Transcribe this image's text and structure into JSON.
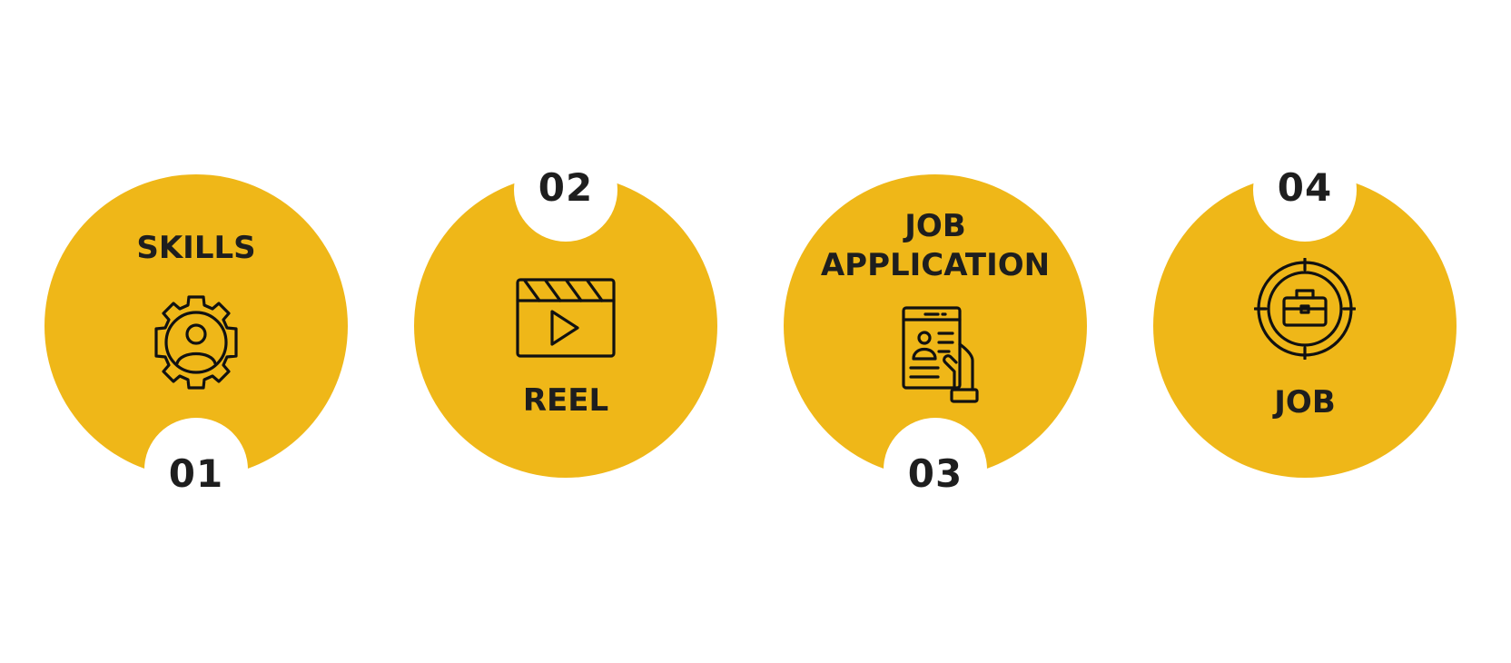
{
  "colors": {
    "circle": "#EFB718",
    "background": "#FFFFFF",
    "text": "#1E1E1E"
  },
  "steps": [
    {
      "number": "01",
      "label": "SKILLS",
      "icon": "gear-user-icon"
    },
    {
      "number": "02",
      "label": "REEL",
      "icon": "video-player-icon"
    },
    {
      "number": "03",
      "label": "JOB\nAPPLICATION",
      "icon": "resume-hand-icon"
    },
    {
      "number": "04",
      "label": "JOB",
      "icon": "target-briefcase-icon"
    }
  ]
}
